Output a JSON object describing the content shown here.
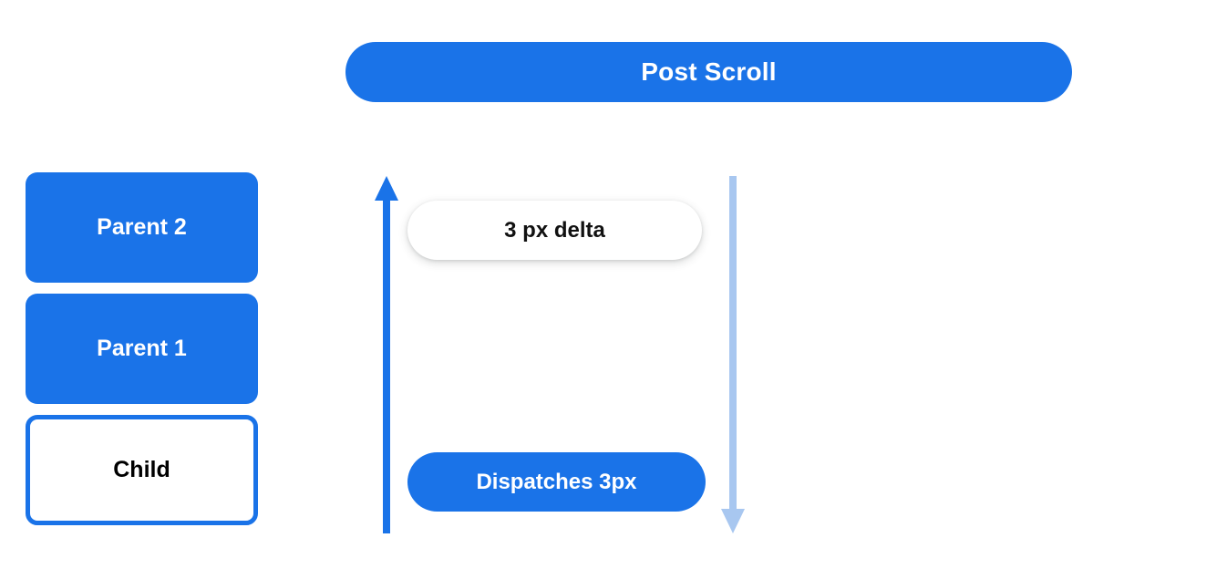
{
  "colors": {
    "primary_blue": "#1a73e8",
    "light_blue": "#a8c7f0",
    "white": "#ffffff",
    "black": "#000000",
    "background": "#ffffff"
  },
  "header": {
    "title": "Post Scroll"
  },
  "hierarchy": {
    "nodes": [
      {
        "label": "Parent 2",
        "style": "filled"
      },
      {
        "label": "Parent 1",
        "style": "filled"
      },
      {
        "label": "Child",
        "style": "outlined"
      }
    ]
  },
  "arrows": [
    {
      "name": "scroll-up-arrow",
      "direction": "up",
      "color": "#1a73e8"
    },
    {
      "name": "scroll-down-arrow",
      "direction": "down",
      "color": "#a8c7f0"
    }
  ],
  "annotations": {
    "delta_pill": "3 px delta",
    "dispatch_pill": "Dispatches 3px"
  }
}
